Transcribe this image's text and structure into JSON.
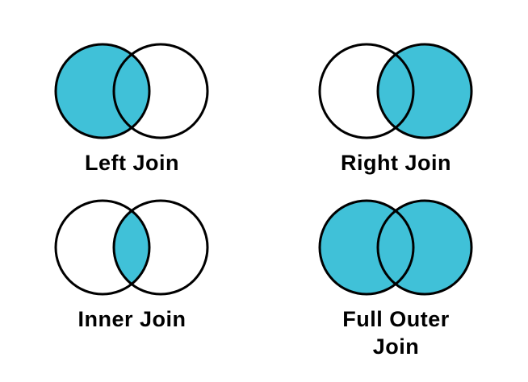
{
  "colors": {
    "highlight": "#40C1D8",
    "stroke": "#000000",
    "background": "#ffffff",
    "text": "#000000"
  },
  "diagrams": [
    {
      "label": "Left Join",
      "highlighted_region": "left-circle"
    },
    {
      "label": "Right Join",
      "highlighted_region": "right-circle"
    },
    {
      "label": "Inner Join",
      "highlighted_region": "intersection"
    },
    {
      "label": "Full Outer Join",
      "highlighted_region": "both-circles"
    }
  ]
}
